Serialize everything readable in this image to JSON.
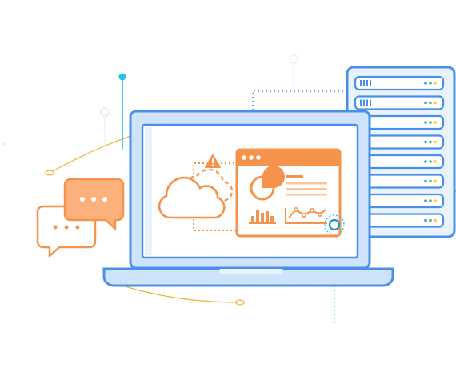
{
  "colors": {
    "blue_stroke": "#4a90e8",
    "blue_light": "#cfe3fb",
    "blue_fill": "#e9f3fe",
    "orange": "#f5934c",
    "orange_light": "#fcc49a",
    "cyan": "#22c3e6",
    "gold": "#f1b32b",
    "green_led": "#39c66b",
    "yellow_led": "#f7c948",
    "white": "#ffffff"
  },
  "icons": [
    "server-rack-icon",
    "laptop-icon",
    "cloud-icon",
    "warning-icon",
    "dashboard-window-icon",
    "pie-chart-icon",
    "bar-chart-icon",
    "line-chart-icon",
    "chat-bubble-icon"
  ],
  "scene": {
    "server_units": 8,
    "chat_bubbles": 2,
    "chat_dots_per_bubble": 3,
    "pie_fraction": 0.75
  }
}
